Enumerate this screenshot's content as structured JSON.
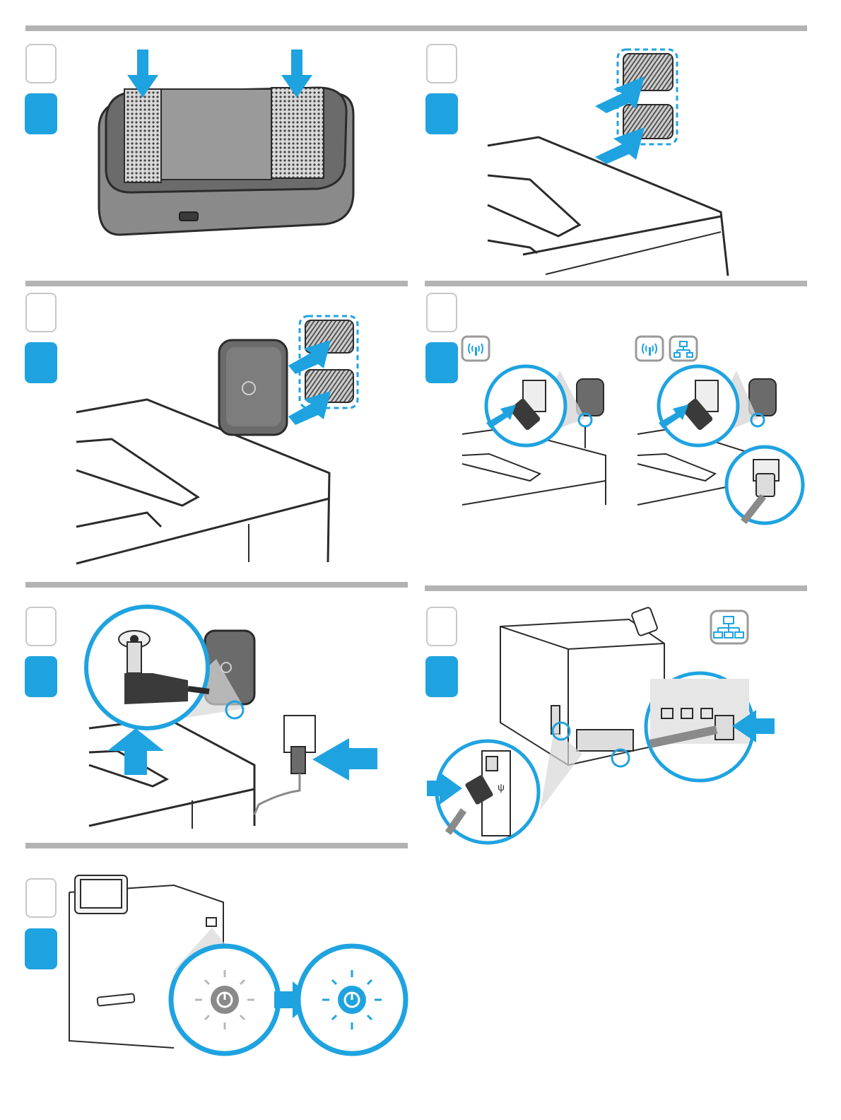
{
  "colors": {
    "accent_blue": "#1fa3e0",
    "divider_gray": "#b3b3b3",
    "device_dark": "#5b5b5b",
    "device_mid": "#8a8a8a",
    "line_dark": "#2b2b2b"
  },
  "icons": {
    "wireless": "wireless-icon",
    "network": "network-icon",
    "power": "power-button-icon",
    "usb": "usb-icon",
    "brand_logo": "hp"
  },
  "panels": [
    {
      "id": "step-1",
      "illustration": "press-adhesive-strips-on-device"
    },
    {
      "id": "step-2",
      "illustration": "attach-strips-to-printer-top"
    },
    {
      "id": "step-3",
      "illustration": "mount-device-on-printer"
    },
    {
      "id": "step-4",
      "illustration": "connect-usb-and-network-cables"
    },
    {
      "id": "step-5",
      "illustration": "connect-power-adapter"
    },
    {
      "id": "step-6",
      "illustration": "connect-network-to-router"
    },
    {
      "id": "step-7",
      "illustration": "press-power-button"
    }
  ]
}
